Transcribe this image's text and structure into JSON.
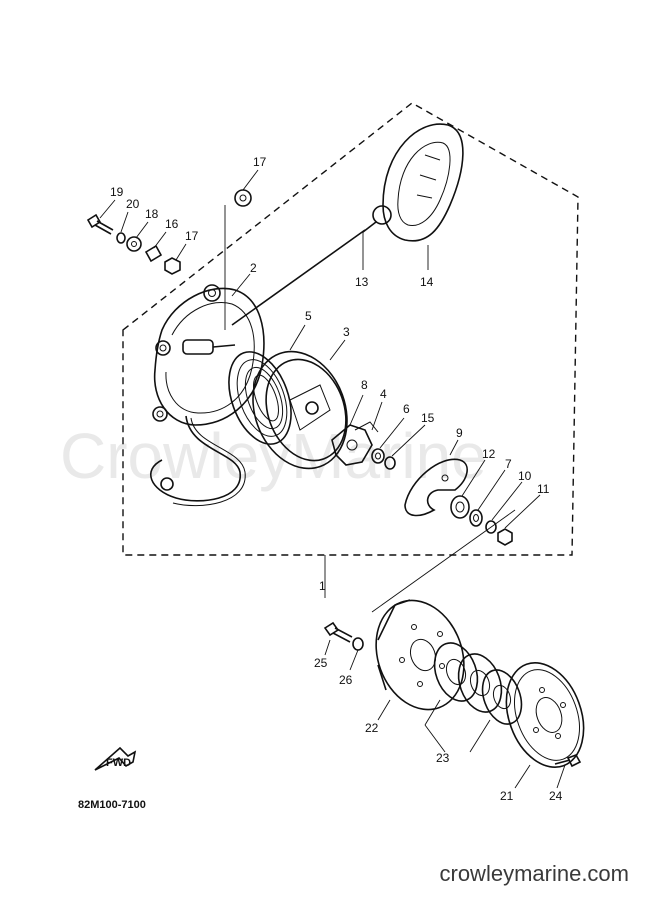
{
  "watermark": "CrowleyMarine",
  "site": "crowleymarine.com",
  "drawing_code": "82M100-7100",
  "fwd_label": "FWD",
  "callouts": {
    "c1": "1",
    "c2": "2",
    "c3": "3",
    "c4": "4",
    "c5": "5",
    "c6": "6",
    "c7": "7",
    "c8": "8",
    "c9": "9",
    "c10": "10",
    "c11": "11",
    "c12": "12",
    "c13": "13",
    "c14": "14",
    "c15": "15",
    "c16": "16",
    "c17a": "17",
    "c17b": "17",
    "c18": "18",
    "c19": "19",
    "c20": "20",
    "c21": "21",
    "c22": "22",
    "c23": "23",
    "c24": "24",
    "c25": "25",
    "c26": "26"
  }
}
